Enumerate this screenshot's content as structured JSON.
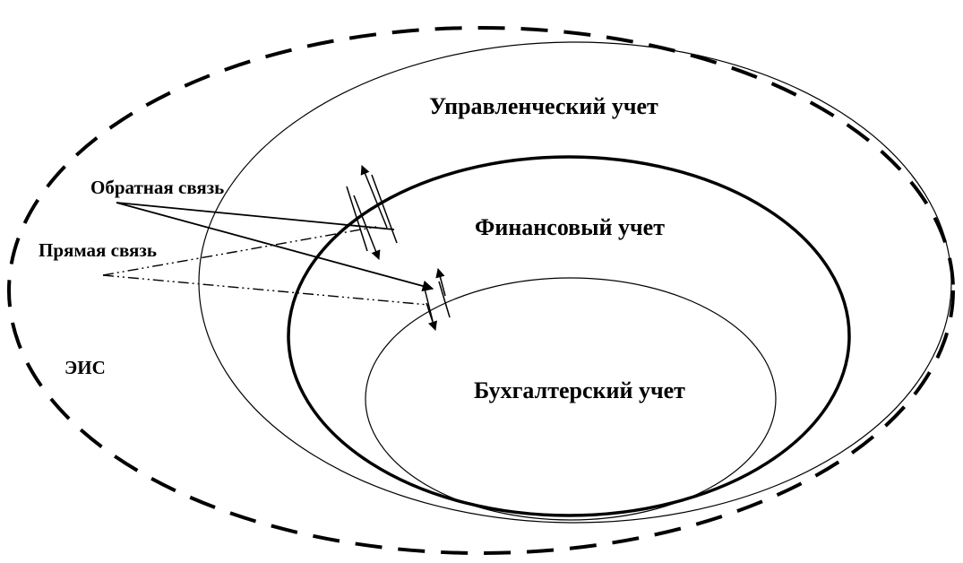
{
  "diagram": {
    "outer_label": "ЭИС",
    "management_label": "Управленческий учет",
    "financial_label": "Финансовый учет",
    "bookkeeping_label": "Бухгалтерский учет",
    "feedback_label": "Обратная связь",
    "direct_label": "Прямая связь"
  },
  "colors": {
    "ink": "#000000",
    "background": "#ffffff"
  }
}
